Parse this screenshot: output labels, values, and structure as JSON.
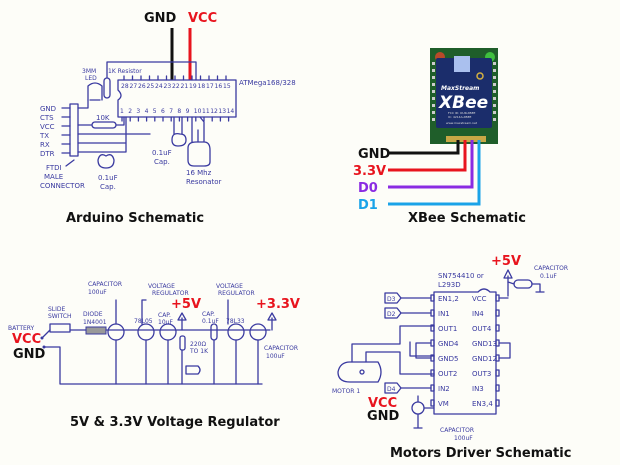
{
  "colors": {
    "ink": "#3a3aa0",
    "gnd": "#111111",
    "vcc": "#e8141e",
    "d0": "#8a2be2",
    "d1": "#1aa3e8",
    "pcb": "#1f5e2a",
    "xbee": "#1b2d6b"
  },
  "arduino": {
    "title": "Arduino Schematic",
    "gnd_label": "GND",
    "vcc_label": "VCC",
    "chip_label": "ATMega168/328",
    "top_pins": [
      "28",
      "27",
      "26",
      "25",
      "24",
      "23",
      "22",
      "21",
      "19",
      "18",
      "17",
      "16",
      "15"
    ],
    "bottom_pins": [
      "1",
      "2",
      "3",
      "4",
      "5",
      "6",
      "7",
      "8",
      "9",
      "10",
      "11",
      "12",
      "13",
      "14"
    ],
    "led_label": [
      "3MM",
      "LED"
    ],
    "resistor_1k": "1K Resistor",
    "resistor_10k": "10K",
    "ftdi_pins": [
      "GND",
      "CTS",
      "VCC",
      "TX",
      "RX",
      "DTR"
    ],
    "ftdi_label": [
      "FTDI",
      "MALE",
      "CONNECTOR"
    ],
    "cap1_label": [
      "0.1uF",
      "Cap."
    ],
    "cap2_label": [
      "0.1uF",
      "Cap."
    ],
    "resonator_label": [
      "16 Mhz",
      "Resonator"
    ]
  },
  "xbee": {
    "title": "XBee Schematic",
    "brand": "MaxStream",
    "module": "XBee",
    "fine_print": [
      "FCC ID: OUR-XBEE",
      "IC: 4214A-XBEE",
      "www.maxstream.net"
    ],
    "wires": [
      {
        "label": "GND",
        "color": "#111111"
      },
      {
        "label": "3.3V",
        "color": "#e8141e"
      },
      {
        "label": "D0",
        "color": "#8a2be2"
      },
      {
        "label": "D1",
        "color": "#1aa3e8"
      }
    ]
  },
  "regulator": {
    "title": "5V & 3.3V Voltage Regulator",
    "battery_label": "BATTERY",
    "vcc_label": "VCC",
    "gnd_label": "GND",
    "switch_label": [
      "SLIDE",
      "SWITCH"
    ],
    "diode_label": [
      "DIODE",
      "1N4001"
    ],
    "cap_in_label": [
      "CAPACITOR",
      "100uF"
    ],
    "reg1_label": [
      "VOLTAGE",
      "REGULATOR"
    ],
    "reg1_part": "78L05",
    "cap_10_label": [
      "CAP.",
      "10uF"
    ],
    "out5_label": "+5V",
    "res_label": [
      "220Ω",
      "TO 1K"
    ],
    "cap_01_label": [
      "CAP.",
      "0.1uF"
    ],
    "reg2_label": [
      "VOLTAGE",
      "REGULATOR"
    ],
    "reg2_part": "78L33",
    "out33_label": "+3.3V",
    "cap_out_label": [
      "CAPACITOR",
      "100uF"
    ]
  },
  "motor": {
    "title": "Motors Driver Schematic",
    "chip_label": [
      "SN754410 or",
      "L293D"
    ],
    "plus5_label": "+5V",
    "cap_label": [
      "CAPACITOR",
      "0.1uF"
    ],
    "left_pins": [
      "EN1,2",
      "IN1",
      "OUT1",
      "GND4",
      "GND5",
      "OUT2",
      "IN2",
      "VM"
    ],
    "right_pins": [
      "VCC",
      "IN4",
      "OUT4",
      "GND13",
      "GND12",
      "OUT3",
      "IN3",
      "EN3,4"
    ],
    "inputs": [
      "D3",
      "D2",
      "D4"
    ],
    "motor_label": "MOTOR 1",
    "vcc_label": "VCC",
    "gnd_label": "GND",
    "cap_vm_label": [
      "CAPACITOR",
      "100uF"
    ]
  }
}
